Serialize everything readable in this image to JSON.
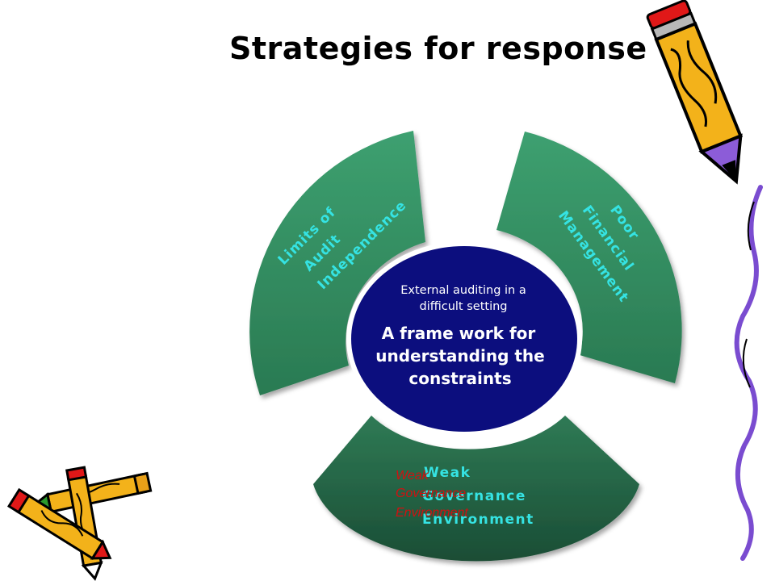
{
  "slide": {
    "title": "Strategies for response"
  },
  "diagram": {
    "segments": {
      "left": [
        "Limits of",
        "Audit",
        "Independence"
      ],
      "right": [
        "Poor",
        "Financial",
        "Management"
      ],
      "bottom": [
        "Weak",
        "Governance",
        "Environment"
      ]
    },
    "center": {
      "subtitle_lines": [
        "External auditing in a",
        "difficult setting"
      ],
      "main_lines": [
        "A frame work for",
        "understanding the",
        "constraints"
      ]
    },
    "overlay_red_lines": [
      "Weak",
      "Governance",
      "Environment"
    ]
  },
  "colors": {
    "segment_green_light": "#3a9a6a",
    "segment_green_dark": "#1f5a3d",
    "center_fill": "#0c0e7e",
    "label_cyan": "#35e3e3",
    "overlay_red": "#d21010"
  },
  "icons": [
    "pencil-icon",
    "crossed-pencils-icon",
    "squiggle-border-icon"
  ]
}
